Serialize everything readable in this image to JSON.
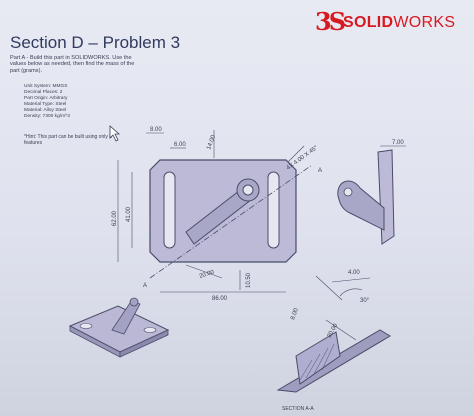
{
  "logo": {
    "mark": "3S",
    "brand_bold": "SOLID",
    "brand_rest": "WORKS",
    "brand_color": "#d71920"
  },
  "title": "Section D – Problem 3",
  "instructions": "Part A - Build this part in SOLIDWORKS. Use the values below as needed, then find the mass of the part (grams).",
  "specs": [
    "Unit System: MMGS",
    "Decimal Places: 2",
    "Part Origin: Arbitrary",
    "Material Type: Steel",
    "Material: Alloy Steel",
    "Density: 7300 kg/m^3"
  ],
  "hint": "*Hint: This part can be built using only 3 features",
  "dimensions": {
    "slot_width": "8.00",
    "slot_offset": "6.00",
    "boss": "14.00",
    "chamfer": "4X 4.00 X 45°",
    "height_overall": "62.00",
    "height_slot": "41.00",
    "angled_len": "20.00",
    "base_width": "86.00",
    "base_thk": "10.50",
    "side_top": "7.00",
    "sec_len": "4.00",
    "sec_thk": "8.00",
    "sec_depth": "20.00",
    "sec_angle": "30°"
  },
  "labels": {
    "view_a1": "A",
    "view_a2": "A",
    "section": "SECTION A-A"
  },
  "colors": {
    "part_fill": "#b9b8d3",
    "part_stroke": "#4a4d6a",
    "line": "#4a4d6a"
  }
}
